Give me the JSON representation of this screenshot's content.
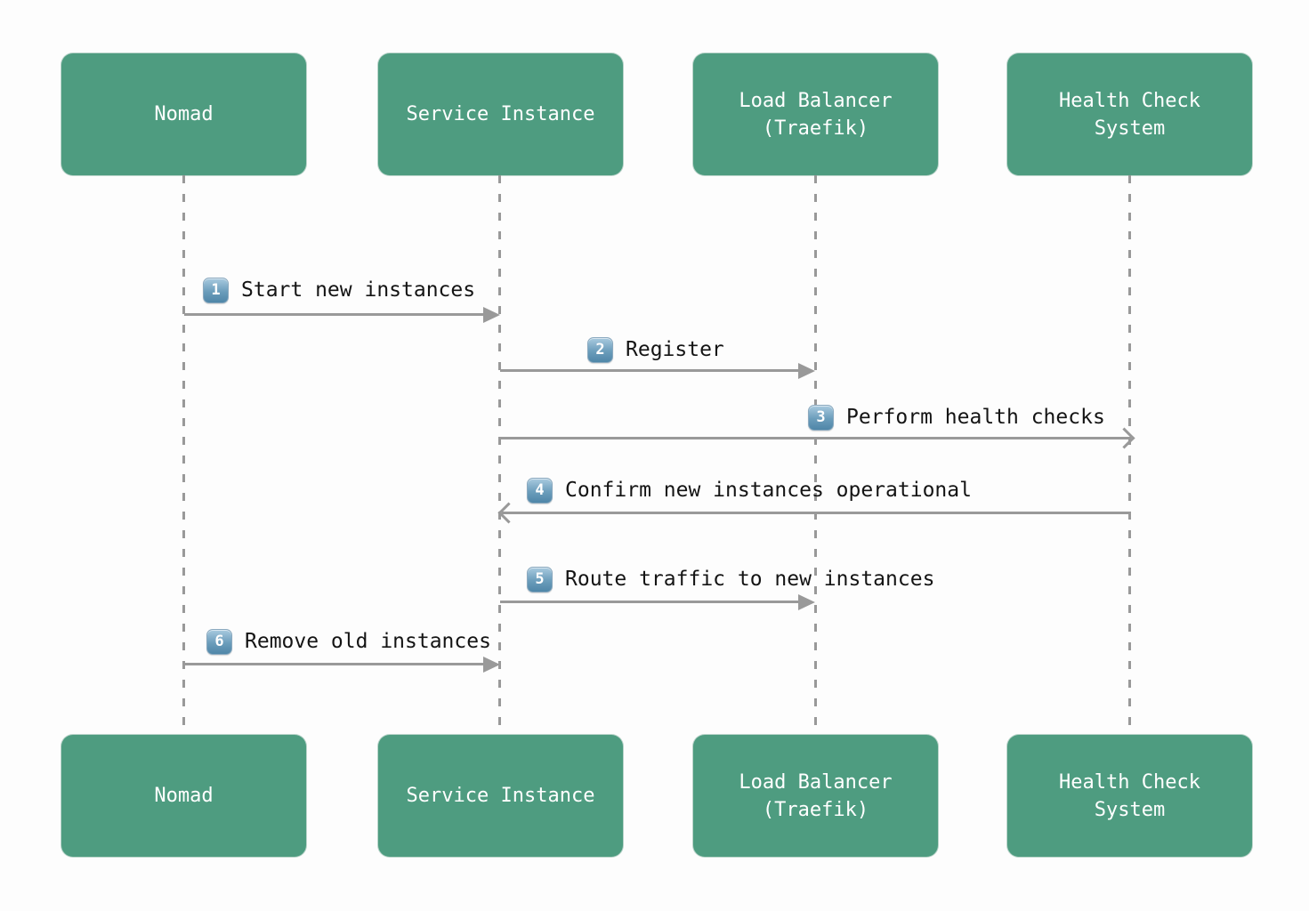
{
  "diagram": {
    "type": "sequence-diagram",
    "colors": {
      "actor_fill": "#4E9C80",
      "actor_text": "#ffffff",
      "lifeline": "#999999",
      "arrow": "#999999",
      "message_text": "#141414",
      "badge_fill": "#4f86a8",
      "badge_text": "#ffffff",
      "background": "#fdfdfd"
    },
    "actors": [
      {
        "id": "nomad",
        "lines": [
          "Nomad"
        ]
      },
      {
        "id": "service-instance",
        "lines": [
          "Service Instance"
        ]
      },
      {
        "id": "load-balancer",
        "lines": [
          "Load Balancer",
          "(Traefik)"
        ]
      },
      {
        "id": "health-check",
        "lines": [
          "Health Check",
          "System"
        ]
      }
    ],
    "messages": [
      {
        "num": "1",
        "text": "Start new instances",
        "from": "nomad",
        "to": "service-instance",
        "arrowhead": "filled"
      },
      {
        "num": "2",
        "text": "Register",
        "from": "service-instance",
        "to": "load-balancer",
        "arrowhead": "filled"
      },
      {
        "num": "3",
        "text": "Perform health checks",
        "from": "service-instance",
        "to": "health-check",
        "arrowhead": "open"
      },
      {
        "num": "4",
        "text": "Confirm new instances operational",
        "from": "health-check",
        "to": "service-instance",
        "arrowhead": "open"
      },
      {
        "num": "5",
        "text": "Route traffic to new instances",
        "from": "service-instance",
        "to": "load-balancer",
        "arrowhead": "filled"
      },
      {
        "num": "6",
        "text": "Remove old instances",
        "from": "nomad",
        "to": "service-instance",
        "arrowhead": "filled"
      }
    ]
  }
}
